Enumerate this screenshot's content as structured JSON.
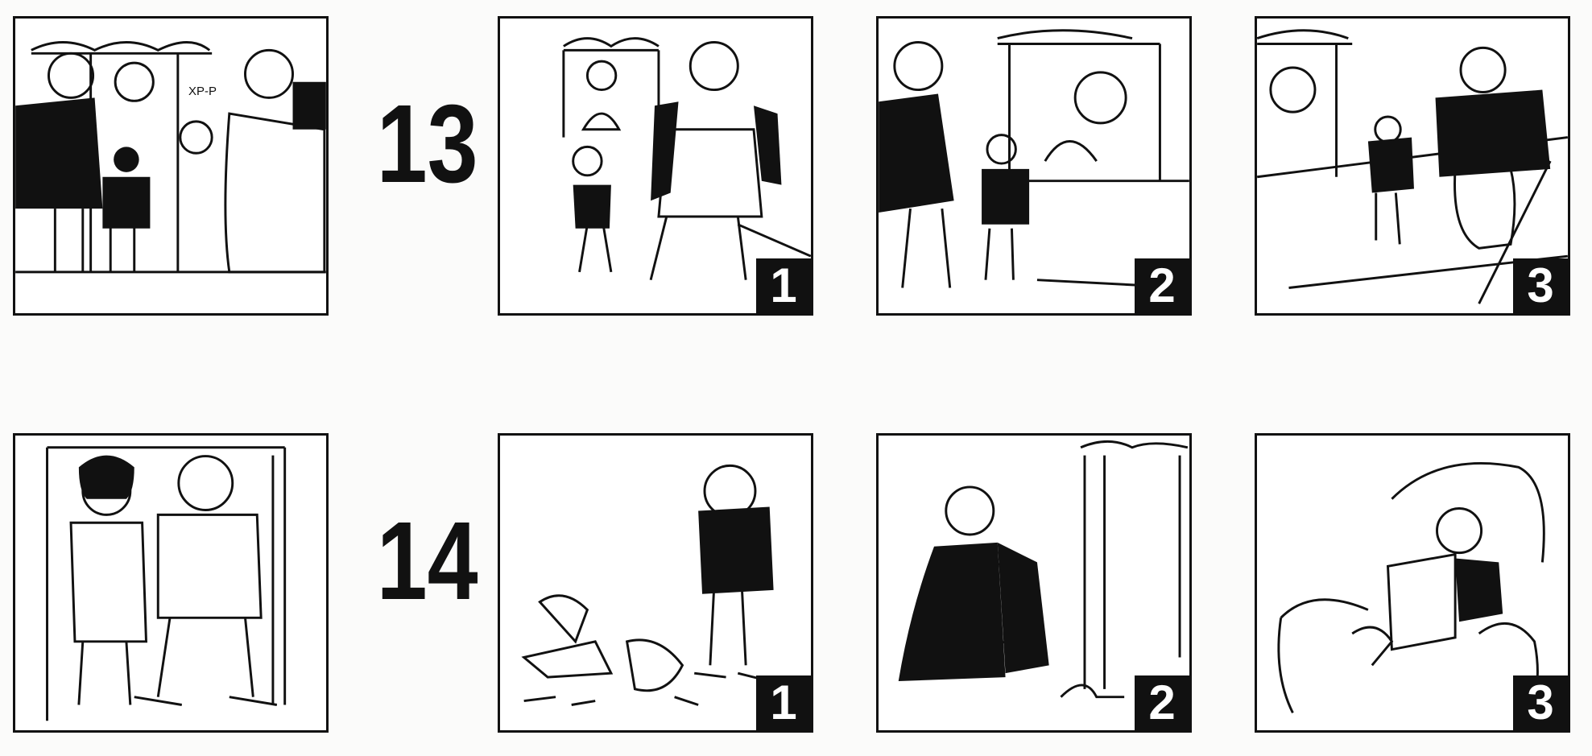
{
  "sequences": [
    {
      "number": "13",
      "panels": [
        {
          "badge": ""
        },
        {
          "badge": "1"
        },
        {
          "badge": "2"
        },
        {
          "badge": "3"
        }
      ],
      "sfx": "XP-P"
    },
    {
      "number": "14",
      "panels": [
        {
          "badge": ""
        },
        {
          "badge": "1"
        },
        {
          "badge": "2"
        },
        {
          "badge": "3"
        }
      ]
    }
  ]
}
